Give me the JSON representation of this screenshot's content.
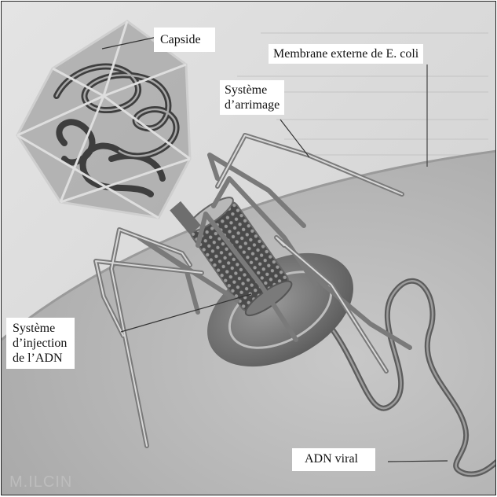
{
  "labels": {
    "capside": "Capside",
    "membrane": "Membrane externe de E. coli",
    "arrimage": [
      "Système",
      "d’arrimage"
    ],
    "injection": [
      "Système",
      "d’injection",
      "de l’ADN"
    ],
    "adn_viral": "ADN viral"
  },
  "watermark": "M.ILCIN",
  "colors": {
    "background_top": "#d4d4d4",
    "bacterium_surface": "#b9b9b9",
    "capsid_fill": "#8e8e8e",
    "leg_color": "#7a7a7a",
    "dna_strand": "#5c5c5c"
  }
}
